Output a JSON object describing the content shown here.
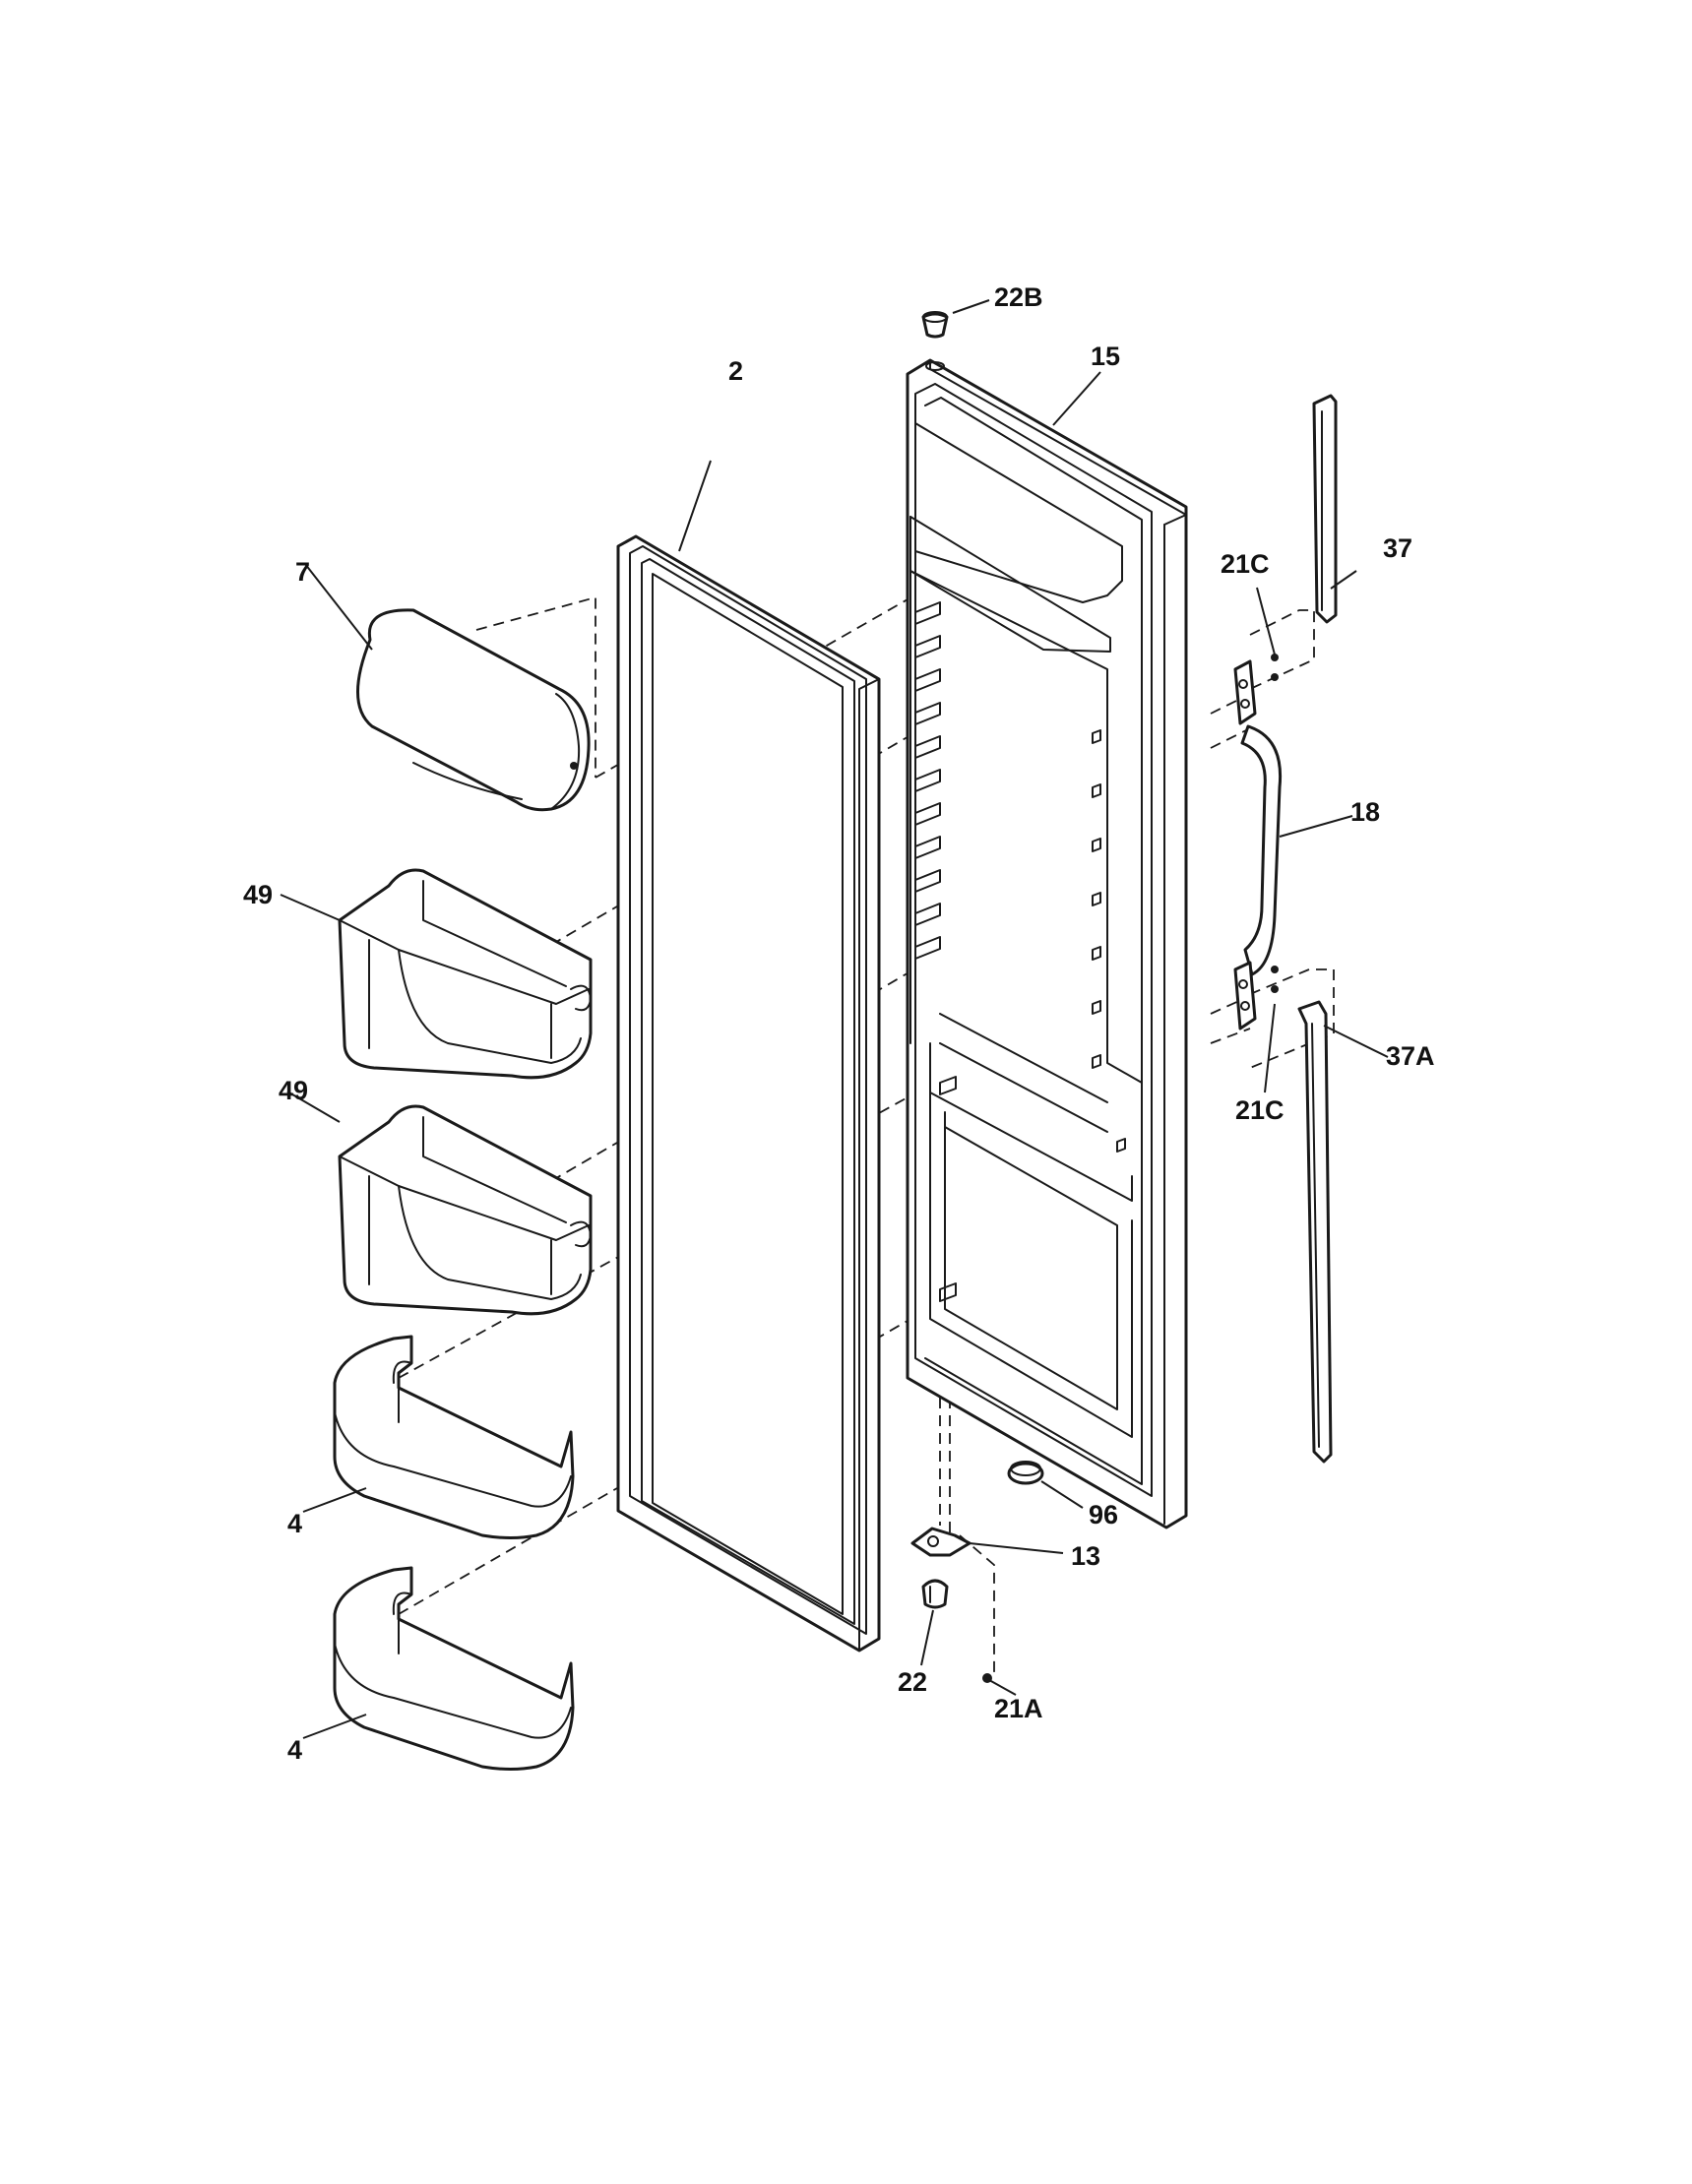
{
  "diagram": {
    "callouts": {
      "c22B": "22B",
      "c15": "15",
      "c2": "2",
      "c7": "7",
      "c37": "37",
      "c21C_top": "21C",
      "c18": "18",
      "c49_top": "49",
      "c49_bottom": "49",
      "c21C_bottom": "21C",
      "c37A": "37A",
      "c96": "96",
      "c13": "13",
      "c4_top": "4",
      "c22": "22",
      "c21A": "21A",
      "c4_bottom": "4"
    }
  }
}
